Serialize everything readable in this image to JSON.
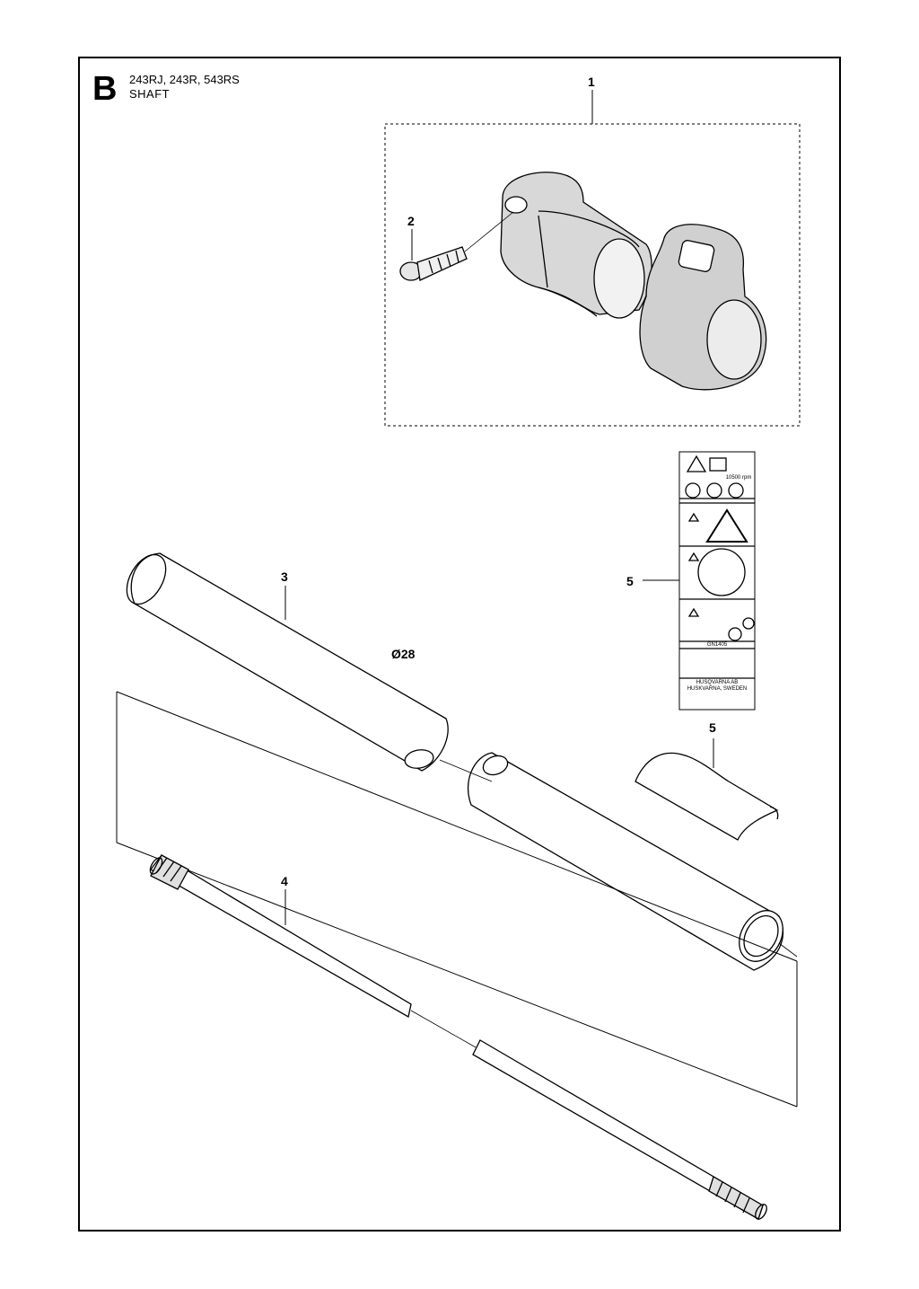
{
  "header": {
    "section": "B",
    "models": "243RJ, 243R, 543RS",
    "title": "SHAFT"
  },
  "callouts": {
    "c1": "1",
    "c2": "2",
    "c3": "3",
    "c4": "4",
    "c5a": "5",
    "c5b": "5"
  },
  "dimension": "Ø28",
  "decal": {
    "speed": "10500 rpm",
    "code": "GN1405",
    "maker_line1": "HUSQVARNA AB",
    "maker_line2": "HUSKVARNA, SWEDEN"
  }
}
